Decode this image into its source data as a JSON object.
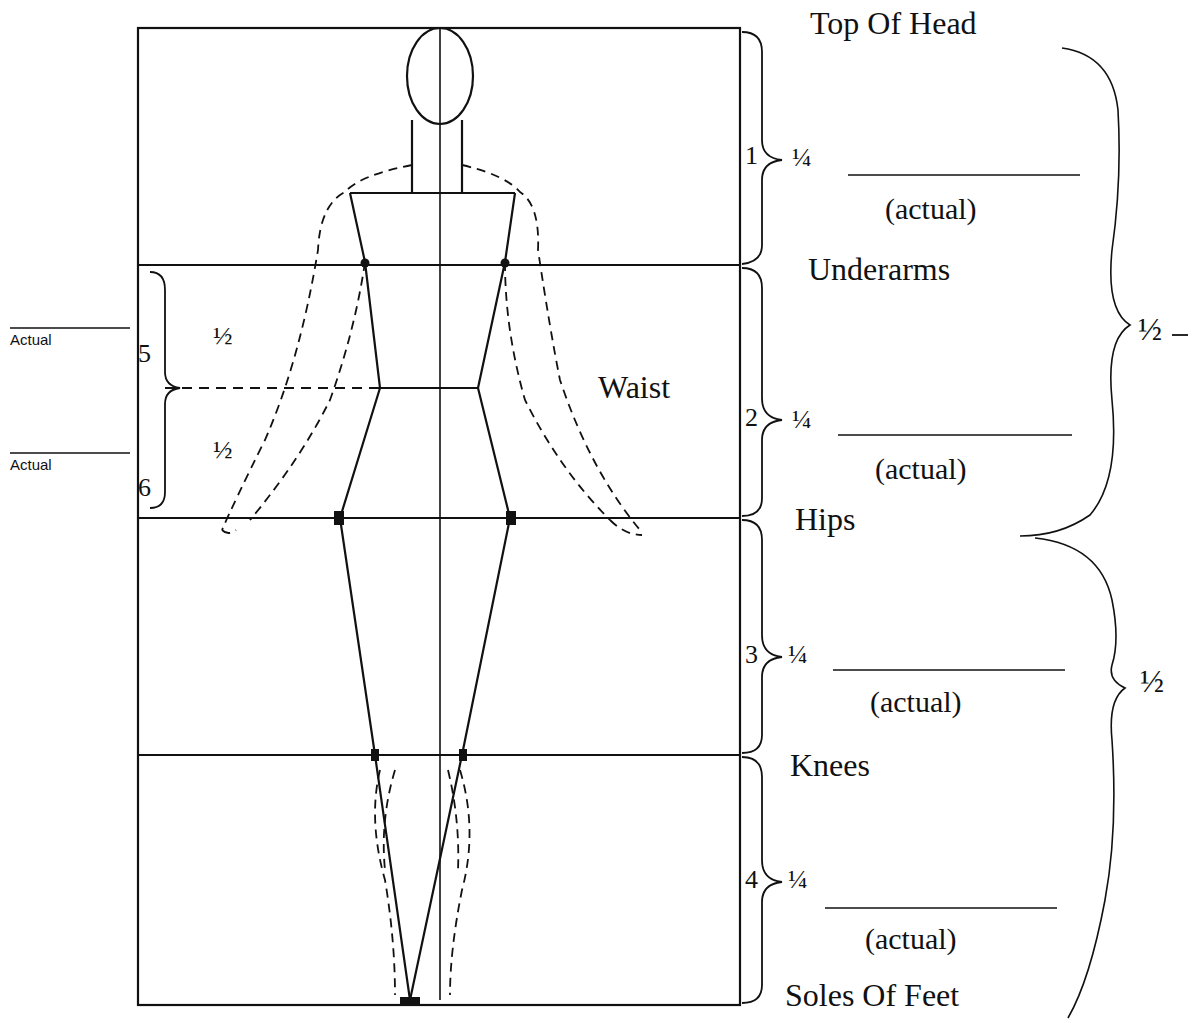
{
  "diagram": {
    "labels": [
      "Top Of Head",
      "1",
      "¼",
      "(actual)",
      "Underarms",
      "½",
      "Actual",
      "5",
      "½",
      "Waist",
      "½",
      "Actual",
      "6",
      "2",
      "¼",
      "(actual)",
      "Hips",
      "3",
      "¼",
      "(actual)",
      "Knees",
      "½",
      "4",
      "¼",
      "(actual)",
      "Soles Of Feet"
    ]
  }
}
